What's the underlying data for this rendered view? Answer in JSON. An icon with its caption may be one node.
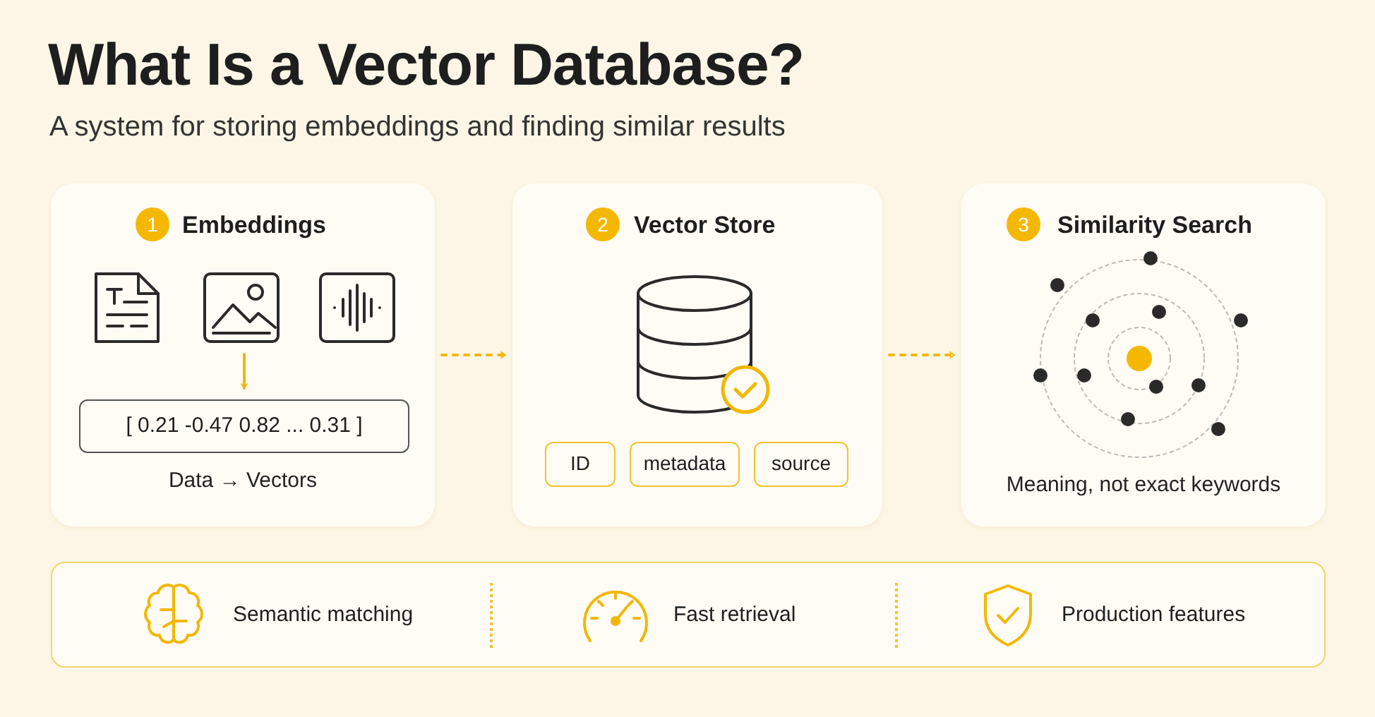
{
  "diagram": {
    "title": "What Is a Vector Database?",
    "nodes": [
      {
        "text": [
          "Embeddings",
          "Data → Vectors"
        ]
      },
      {
        "text": [
          "1"
        ],
        "in": 0
      },
      {
        "text": [
          "[ 0.21 -0.47 0.82 ... 0.31 ]"
        ],
        "in": 0
      },
      {
        "text": [
          "Vector Store"
        ]
      },
      {
        "text": [
          "2"
        ],
        "in": 3
      },
      {
        "text": [
          "ID"
        ],
        "in": 3
      },
      {
        "text": [
          "metadata"
        ],
        "in": 3
      },
      {
        "text": [
          "source"
        ],
        "in": 3
      },
      {
        "text": [
          "Similarity Search",
          "Meaning, not exact keywords"
        ]
      },
      {
        "text": [
          "3"
        ],
        "in": 8
      }
    ],
    "edges": [
      {
        "from": null,
        "to": 2,
        "arrow": "to"
      },
      {
        "from": 0,
        "to": 3,
        "arrow": "to",
        "style": "dashed"
      },
      {
        "from": 3,
        "to": 8,
        "arrow": "to",
        "style": "dashed"
      }
    ],
    "labels": [
      "A system for storing embeddings and finding similar results",
      "Semantic matching",
      "Fast retrieval",
      "Production features"
    ]
  }
}
